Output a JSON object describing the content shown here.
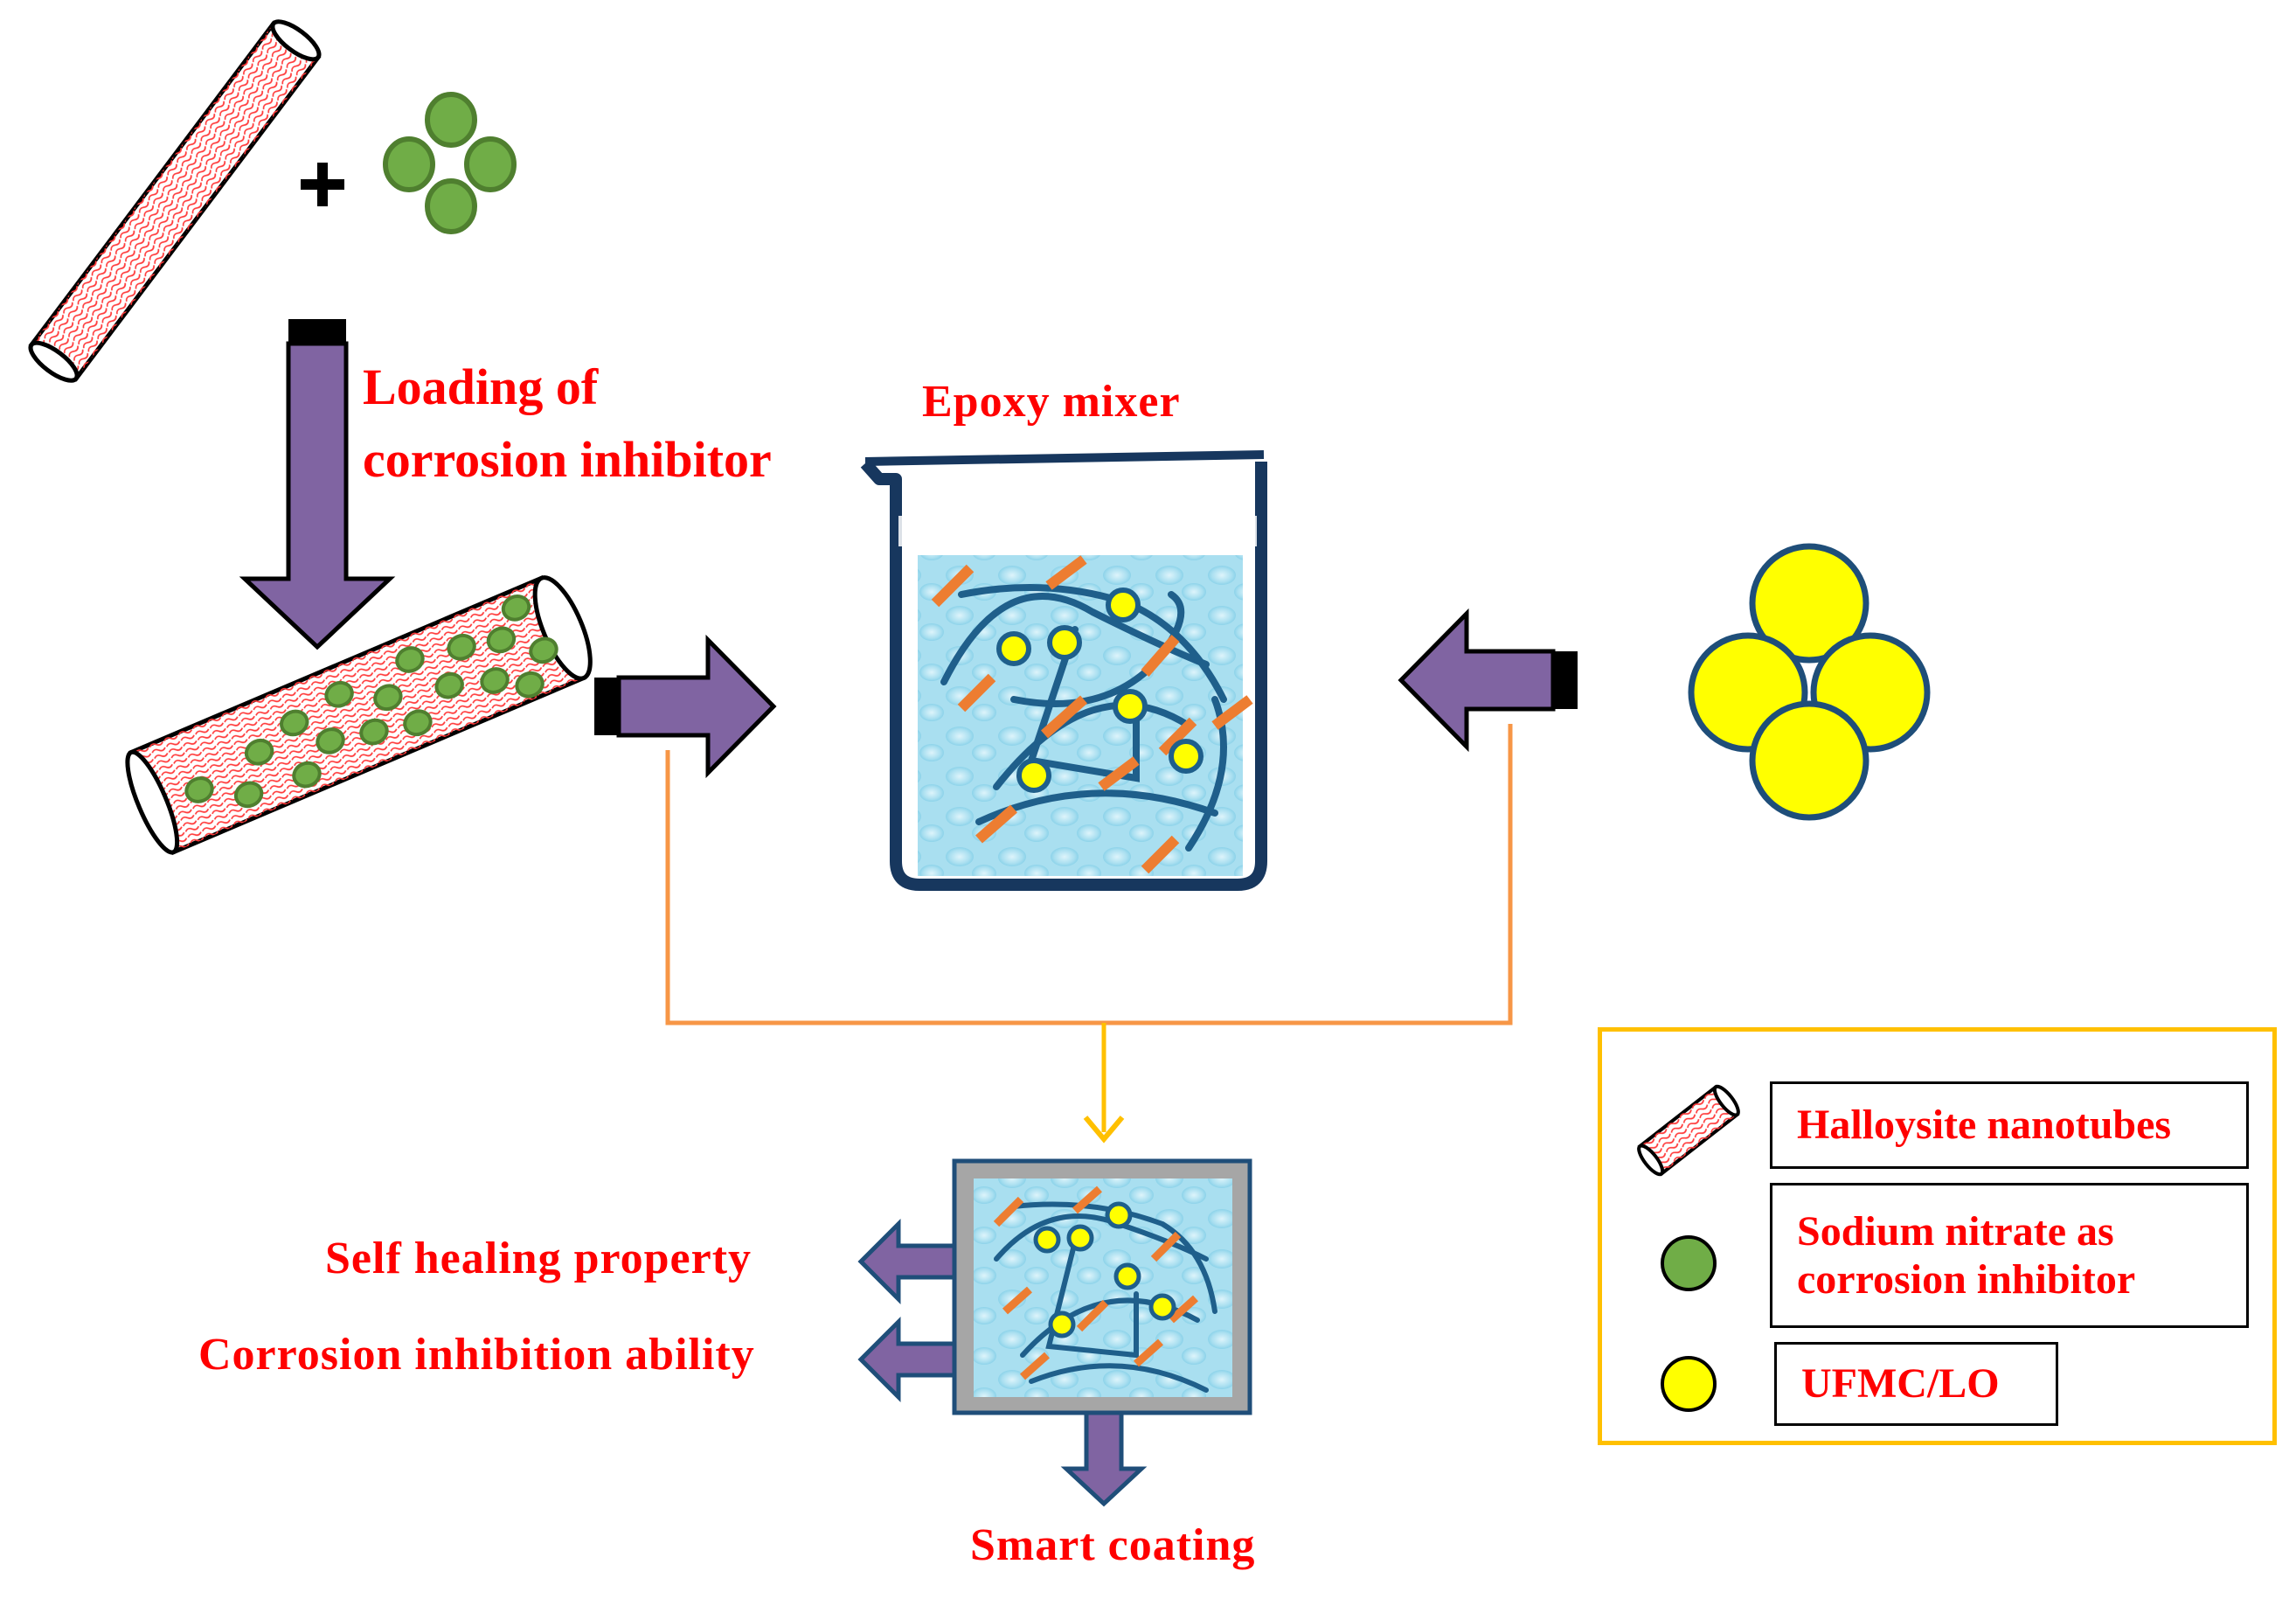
{
  "labels": {
    "loading_line1": "Loading of",
    "loading_line2": "corrosion inhibitor",
    "epoxy_mixer": "Epoxy mixer",
    "self_healing": "Self healing  property",
    "corrosion_inhibition": "Corrosion  inhibition  ability",
    "smart_coating": "Smart  coating"
  },
  "legend": {
    "halloysite": "Halloysite nanotubes",
    "sodium_line1": "Sodium nitrate as",
    "sodium_line2": "corrosion inhibitor",
    "ufmc": "UFMC/LO"
  },
  "colors": {
    "label_text": "#ff0000",
    "arrow_fill": "#8064a2",
    "arrow_stroke": "#000000",
    "inhibitor_green": "#70ad47",
    "microcapsule_yellow": "#ffff00",
    "capsule_outline": "#1f4e79",
    "connector_orange": "#f79646",
    "legend_border": "#ffc000",
    "beaker_outline": "#17375e",
    "water_fill": "#a9dff0",
    "polymer_network": "#1f5f8b",
    "filler_orange": "#ed7d31",
    "coating_frame": "#7f7f7f"
  }
}
